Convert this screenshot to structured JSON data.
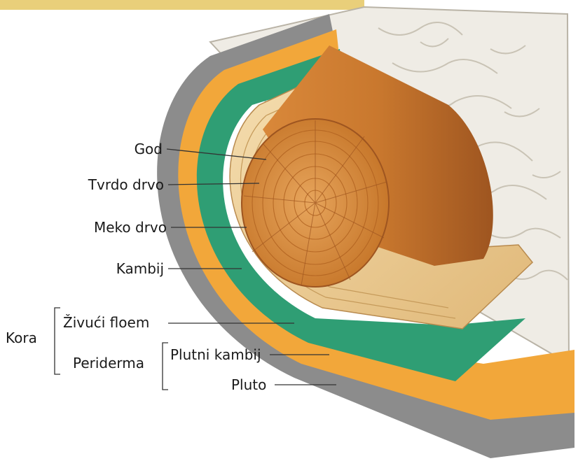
{
  "labels": {
    "god": "God",
    "tvrdo_drvo": "Tvrdo drvo",
    "meko_drvo": "Meko drvo",
    "kambij": "Kambij",
    "zivuci_floem": "Živući floem",
    "kora": "Kora",
    "periderma": "Periderma",
    "plutni_kambij": "Plutni kambij",
    "pluto": "Pluto"
  },
  "colors": {
    "heartwood": "#c9782e",
    "sapwood": "#f0d4a0",
    "cambium": "#2f9e74",
    "phloem": "#2f9e74",
    "cork_cambium": "#f2a73a",
    "cork": "#8c8c8c",
    "bark": "#efece5"
  }
}
